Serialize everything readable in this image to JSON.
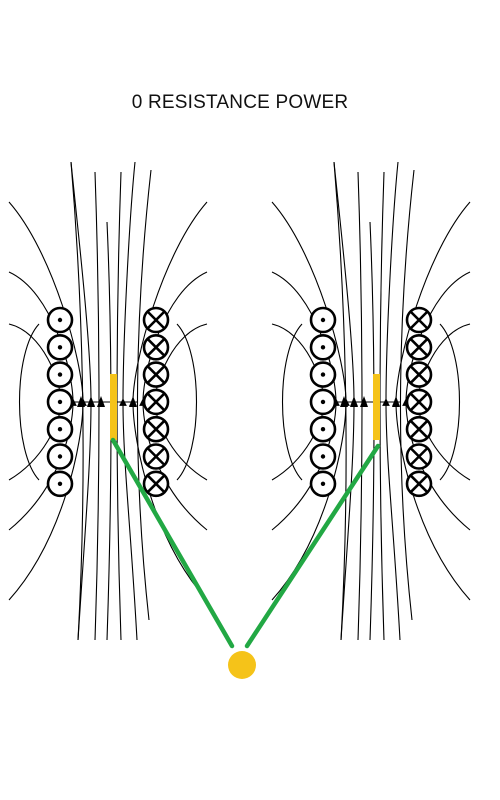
{
  "title": "0 RESISTANCE POWER",
  "colors": {
    "field_line": "#000000",
    "coil": "#000000",
    "conductor": "#f5c319",
    "wire": "#22a844",
    "junction": "#f5c319"
  },
  "icons": {
    "coil_out": "current-out-of-page-icon",
    "coil_in": "current-into-page-icon"
  },
  "coils": {
    "left_column_count": 7,
    "right_column_count": 7
  }
}
